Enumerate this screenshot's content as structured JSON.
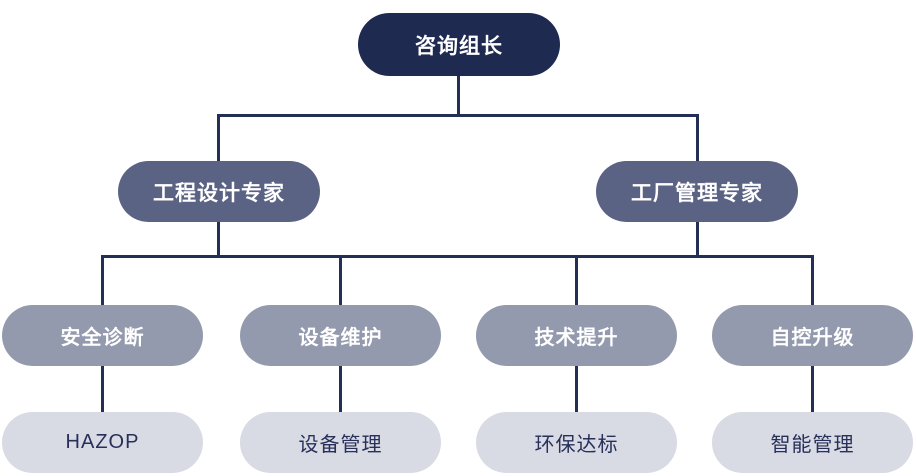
{
  "nodes": {
    "root": {
      "label": "咨询组长"
    },
    "level2": [
      {
        "label": "工程设计专家"
      },
      {
        "label": "工厂管理专家"
      }
    ],
    "level3": [
      {
        "label": "安全诊断"
      },
      {
        "label": "设备维护"
      },
      {
        "label": "技术提升"
      },
      {
        "label": "自控升级"
      }
    ],
    "level4": [
      {
        "label": "HAZOP"
      },
      {
        "label": "设备管理"
      },
      {
        "label": "环保达标"
      },
      {
        "label": "智能管理"
      }
    ]
  },
  "colors": {
    "level1": "#1f2a51",
    "level2": "#5b6384",
    "level3": "#949aae",
    "level4": "#d8dae4",
    "line": "#232f55",
    "text_light": "#ffffff",
    "text_dark": "#28305a"
  }
}
